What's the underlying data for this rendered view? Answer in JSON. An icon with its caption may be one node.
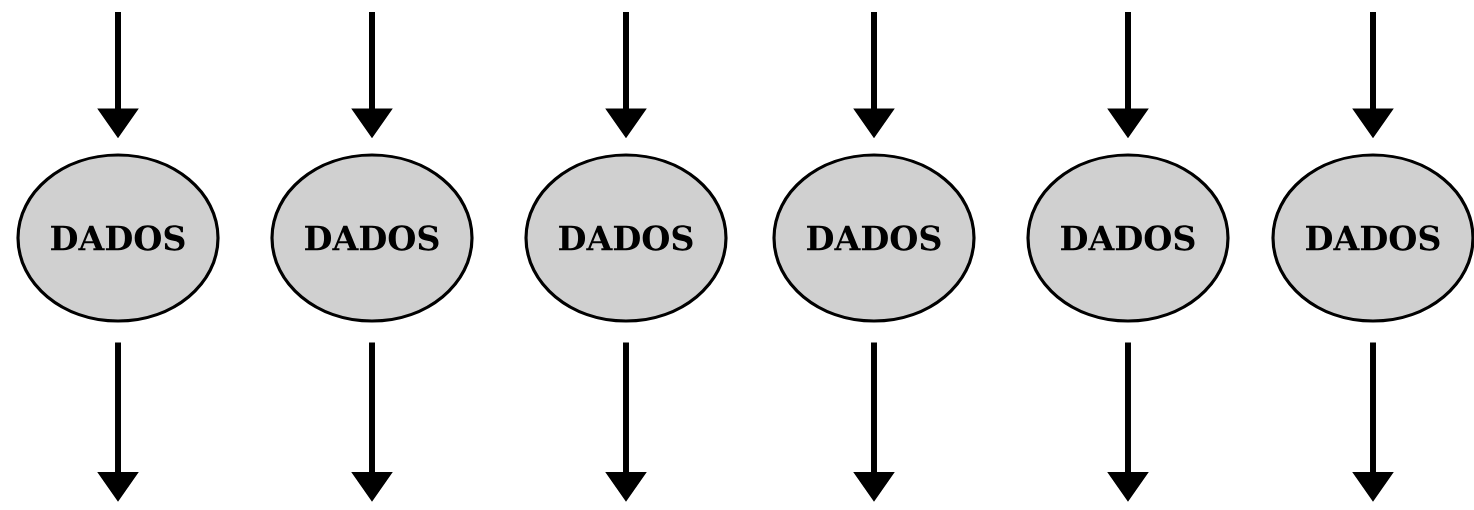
{
  "diagram": {
    "nodes": [
      {
        "text": [
          "DADOS"
        ]
      },
      {
        "text": [
          "DADOS"
        ]
      },
      {
        "text": [
          "DADOS"
        ]
      },
      {
        "text": [
          "DADOS"
        ]
      },
      {
        "text": [
          "DADOS"
        ]
      },
      {
        "text": [
          "DADOS"
        ]
      }
    ],
    "edges": [
      {
        "from": null,
        "to": 0,
        "arrow": "to"
      },
      {
        "from": 0,
        "to": null,
        "arrow": "to"
      },
      {
        "from": null,
        "to": 1,
        "arrow": "to"
      },
      {
        "from": 1,
        "to": null,
        "arrow": "to"
      },
      {
        "from": null,
        "to": 2,
        "arrow": "to"
      },
      {
        "from": 2,
        "to": null,
        "arrow": "to"
      },
      {
        "from": null,
        "to": 3,
        "arrow": "to"
      },
      {
        "from": 3,
        "to": null,
        "arrow": "to"
      },
      {
        "from": null,
        "to": 4,
        "arrow": "to"
      },
      {
        "from": 4,
        "to": null,
        "arrow": "to"
      },
      {
        "from": null,
        "to": 5,
        "arrow": "to"
      },
      {
        "from": 5,
        "to": null,
        "arrow": "to"
      }
    ]
  }
}
